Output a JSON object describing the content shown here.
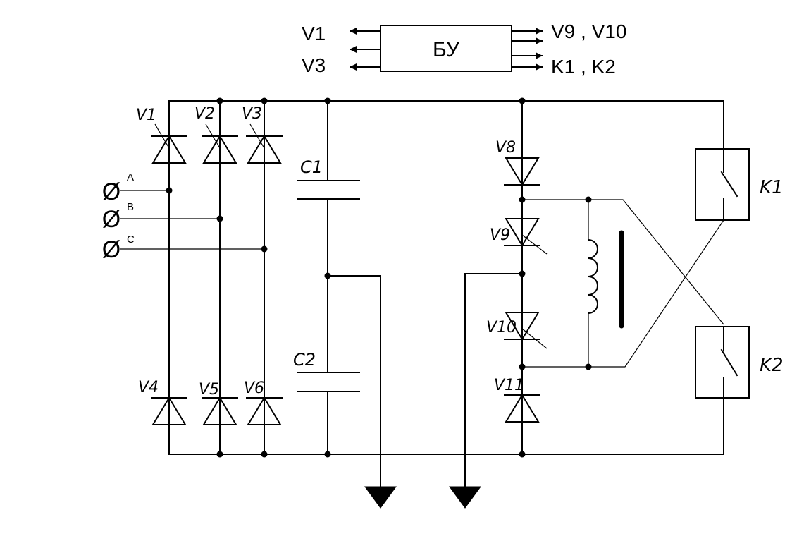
{
  "control_block": {
    "label": "БУ",
    "inputs": [
      "V1",
      "V3"
    ],
    "outputs": [
      "V9 , V10",
      "K1 , K2"
    ]
  },
  "phases": [
    "A",
    "B",
    "C"
  ],
  "phase_symbol": "Ø",
  "labels": {
    "v1": "V1",
    "v2": "V2",
    "v3": "V3",
    "v4": "V4",
    "v5": "V5",
    "v6": "V6",
    "v8": "V8",
    "v9": "V9",
    "v10": "V10",
    "v11": "V11",
    "c1": "C1",
    "c2": "C2",
    "k1": "K1",
    "k2": "K2"
  }
}
